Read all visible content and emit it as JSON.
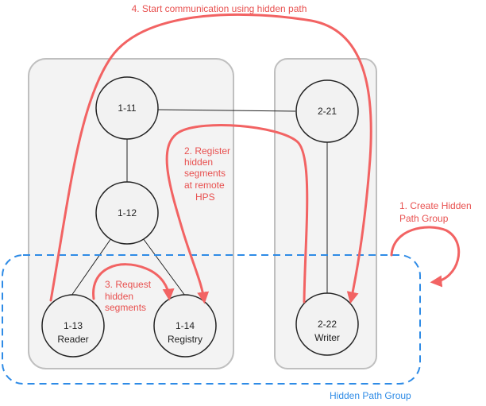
{
  "colors": {
    "arrow": "#f26363",
    "annotation_text": "#e8504f",
    "hidden_group": "#2e8be6",
    "as_box_fill": "#f3f3f3",
    "as_box_stroke": "#bfbfbf",
    "node_fill": "#f2f2f2",
    "node_stroke": "#222222",
    "edge": "#222222"
  },
  "nodes": {
    "n_1_11": {
      "id": "1-11",
      "role": ""
    },
    "n_1_12": {
      "id": "1-12",
      "role": ""
    },
    "n_1_13": {
      "id": "1-13",
      "role": "Reader"
    },
    "n_1_14": {
      "id": "1-14",
      "role": "Registry"
    },
    "n_2_21": {
      "id": "2-21",
      "role": ""
    },
    "n_2_22": {
      "id": "2-22",
      "role": "Writer"
    }
  },
  "annotations": {
    "step1": [
      "1. Create Hidden",
      "Path Group"
    ],
    "step2": [
      "2. Register",
      "hidden",
      "segments",
      "at remote",
      "HPS"
    ],
    "step3": [
      "3. Request",
      "hidden",
      "segments"
    ],
    "step4": "4. Start communication using hidden path"
  },
  "hidden_group": {
    "label": "Hidden Path Group"
  }
}
